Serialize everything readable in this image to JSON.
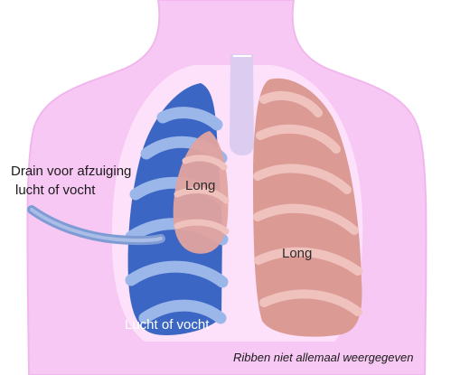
{
  "labels": {
    "drain_line1": "Drain voor afzuiging",
    "drain_line2": "lucht of vocht",
    "long_left": "Long",
    "long_right": "Long",
    "fluid": "Lucht of vocht",
    "note": "Ribben niet allemaal weergegeven"
  },
  "colors": {
    "body": "#f7c8f3",
    "body_outline": "#f2b6ee",
    "halo": "#fde3fb",
    "trachea": "#dccdf0",
    "pleural_space": "#3b66c4",
    "pleural_rib": "#9bb6e8",
    "collapsed_lung": "#e2a39f",
    "lung": "#dc9a95",
    "lung_rib": "#f0c2bd",
    "drain_tube": "#7f9bd4"
  }
}
